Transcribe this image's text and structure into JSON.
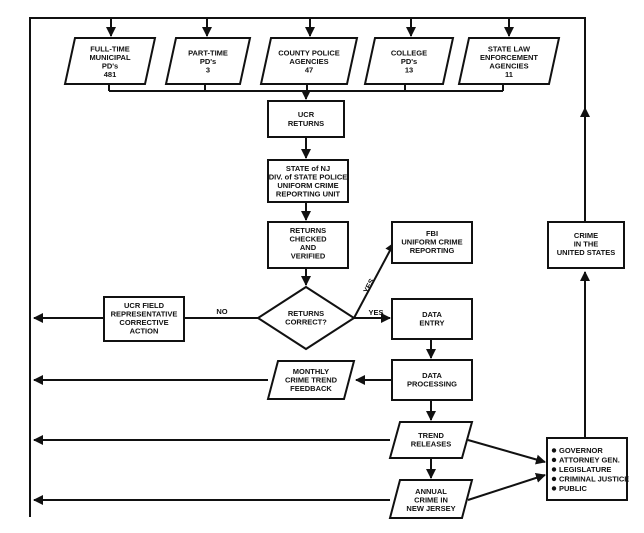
{
  "agencies": [
    {
      "lines": [
        "FULL-TIME",
        "MUNICIPAL",
        "PD's",
        "481"
      ]
    },
    {
      "lines": [
        "PART-TIME",
        "PD's",
        "3"
      ]
    },
    {
      "lines": [
        "COUNTY POLICE",
        "AGENCIES",
        "47"
      ]
    },
    {
      "lines": [
        "COLLEGE",
        "PD's",
        "13"
      ]
    },
    {
      "lines": [
        "STATE LAW",
        "ENFORCEMENT",
        "AGENCIES",
        "11"
      ]
    }
  ],
  "ucr_returns": [
    "UCR",
    "RETURNS"
  ],
  "state_unit": [
    "STATE of NJ",
    "DIV. of STATE POLICE",
    "UNIFORM CRIME",
    "REPORTING UNIT"
  ],
  "checked": [
    "RETURNS",
    "CHECKED",
    "AND",
    "VERIFIED"
  ],
  "decision": [
    "RETURNS",
    "CORRECT?"
  ],
  "fbi": [
    "FBI",
    "UNIFORM CRIME",
    "REPORTING"
  ],
  "crime_us": [
    "CRIME",
    "IN THE",
    "UNITED STATES"
  ],
  "ucr_field": [
    "UCR FIELD",
    "REPRESENTATIVE",
    "CORRECTIVE",
    "ACTION"
  ],
  "data_entry": [
    "DATA",
    "ENTRY"
  ],
  "monthly": [
    "MONTHLY",
    "CRIME TREND",
    "FEEDBACK"
  ],
  "data_processing": [
    "DATA",
    "PROCESSING"
  ],
  "trend": [
    "TREND",
    "RELEASES"
  ],
  "annual": [
    "ANNUAL",
    "CRIME IN",
    "NEW JERSEY"
  ],
  "recipients": [
    "GOVERNOR",
    "ATTORNEY GEN.",
    "LEGISLATURE",
    "CRIMINAL JUSTICE",
    "PUBLIC"
  ],
  "labels": {
    "no": "NO",
    "yes_right": "YES",
    "yes_up": "YES"
  }
}
